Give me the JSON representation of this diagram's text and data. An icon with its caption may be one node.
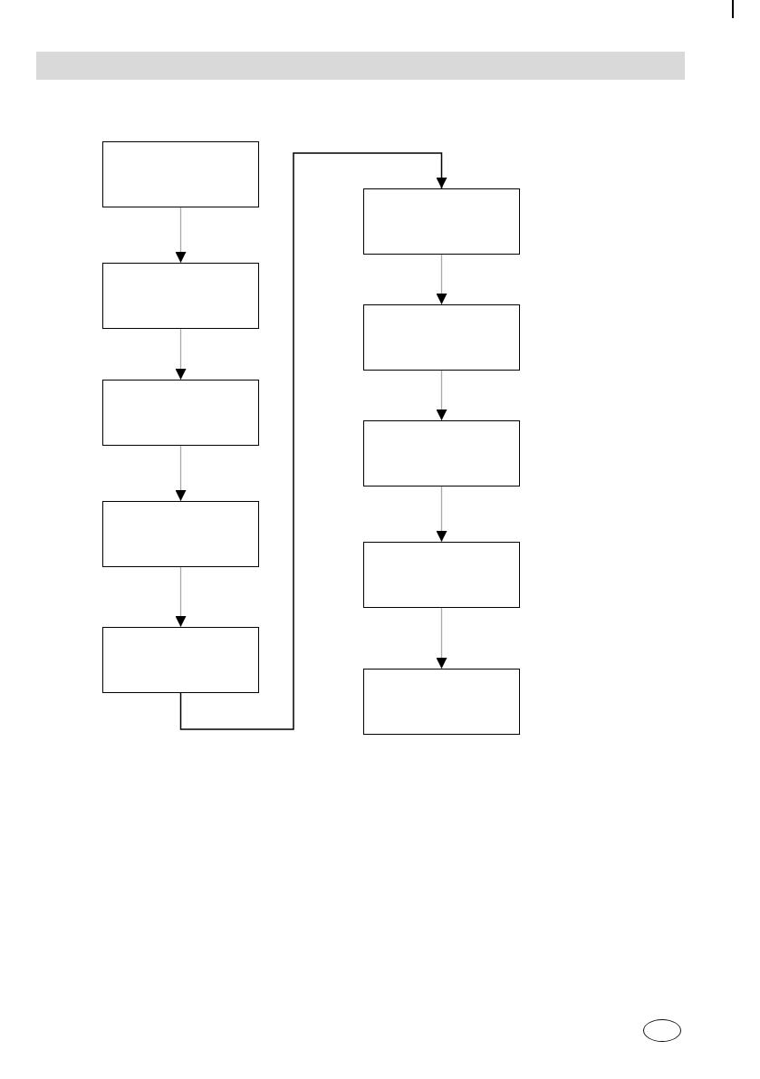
{
  "diagram": {
    "nodes": [
      {
        "text": [],
        "shape": "box"
      },
      {
        "text": [],
        "shape": "box"
      },
      {
        "text": [],
        "shape": "box"
      },
      {
        "text": [],
        "shape": "box"
      },
      {
        "text": [],
        "shape": "box"
      },
      {
        "text": [],
        "shape": "box"
      },
      {
        "text": [],
        "shape": "box"
      },
      {
        "text": [],
        "shape": "box"
      },
      {
        "text": [],
        "shape": "box"
      },
      {
        "text": [],
        "shape": "box"
      }
    ],
    "edges": [
      {
        "from": 0,
        "to": 1,
        "arrow": "to"
      },
      {
        "from": 1,
        "to": 2,
        "arrow": "to"
      },
      {
        "from": 2,
        "to": 3,
        "arrow": "to"
      },
      {
        "from": 3,
        "to": 4,
        "arrow": "to"
      },
      {
        "from": 4,
        "to": 5,
        "arrow": "to",
        "color": "#000000"
      },
      {
        "from": 5,
        "to": 6,
        "arrow": "to"
      },
      {
        "from": 6,
        "to": 7,
        "arrow": "to"
      },
      {
        "from": 7,
        "to": 8,
        "arrow": "to"
      },
      {
        "from": 8,
        "to": 9,
        "arrow": "to"
      }
    ]
  }
}
